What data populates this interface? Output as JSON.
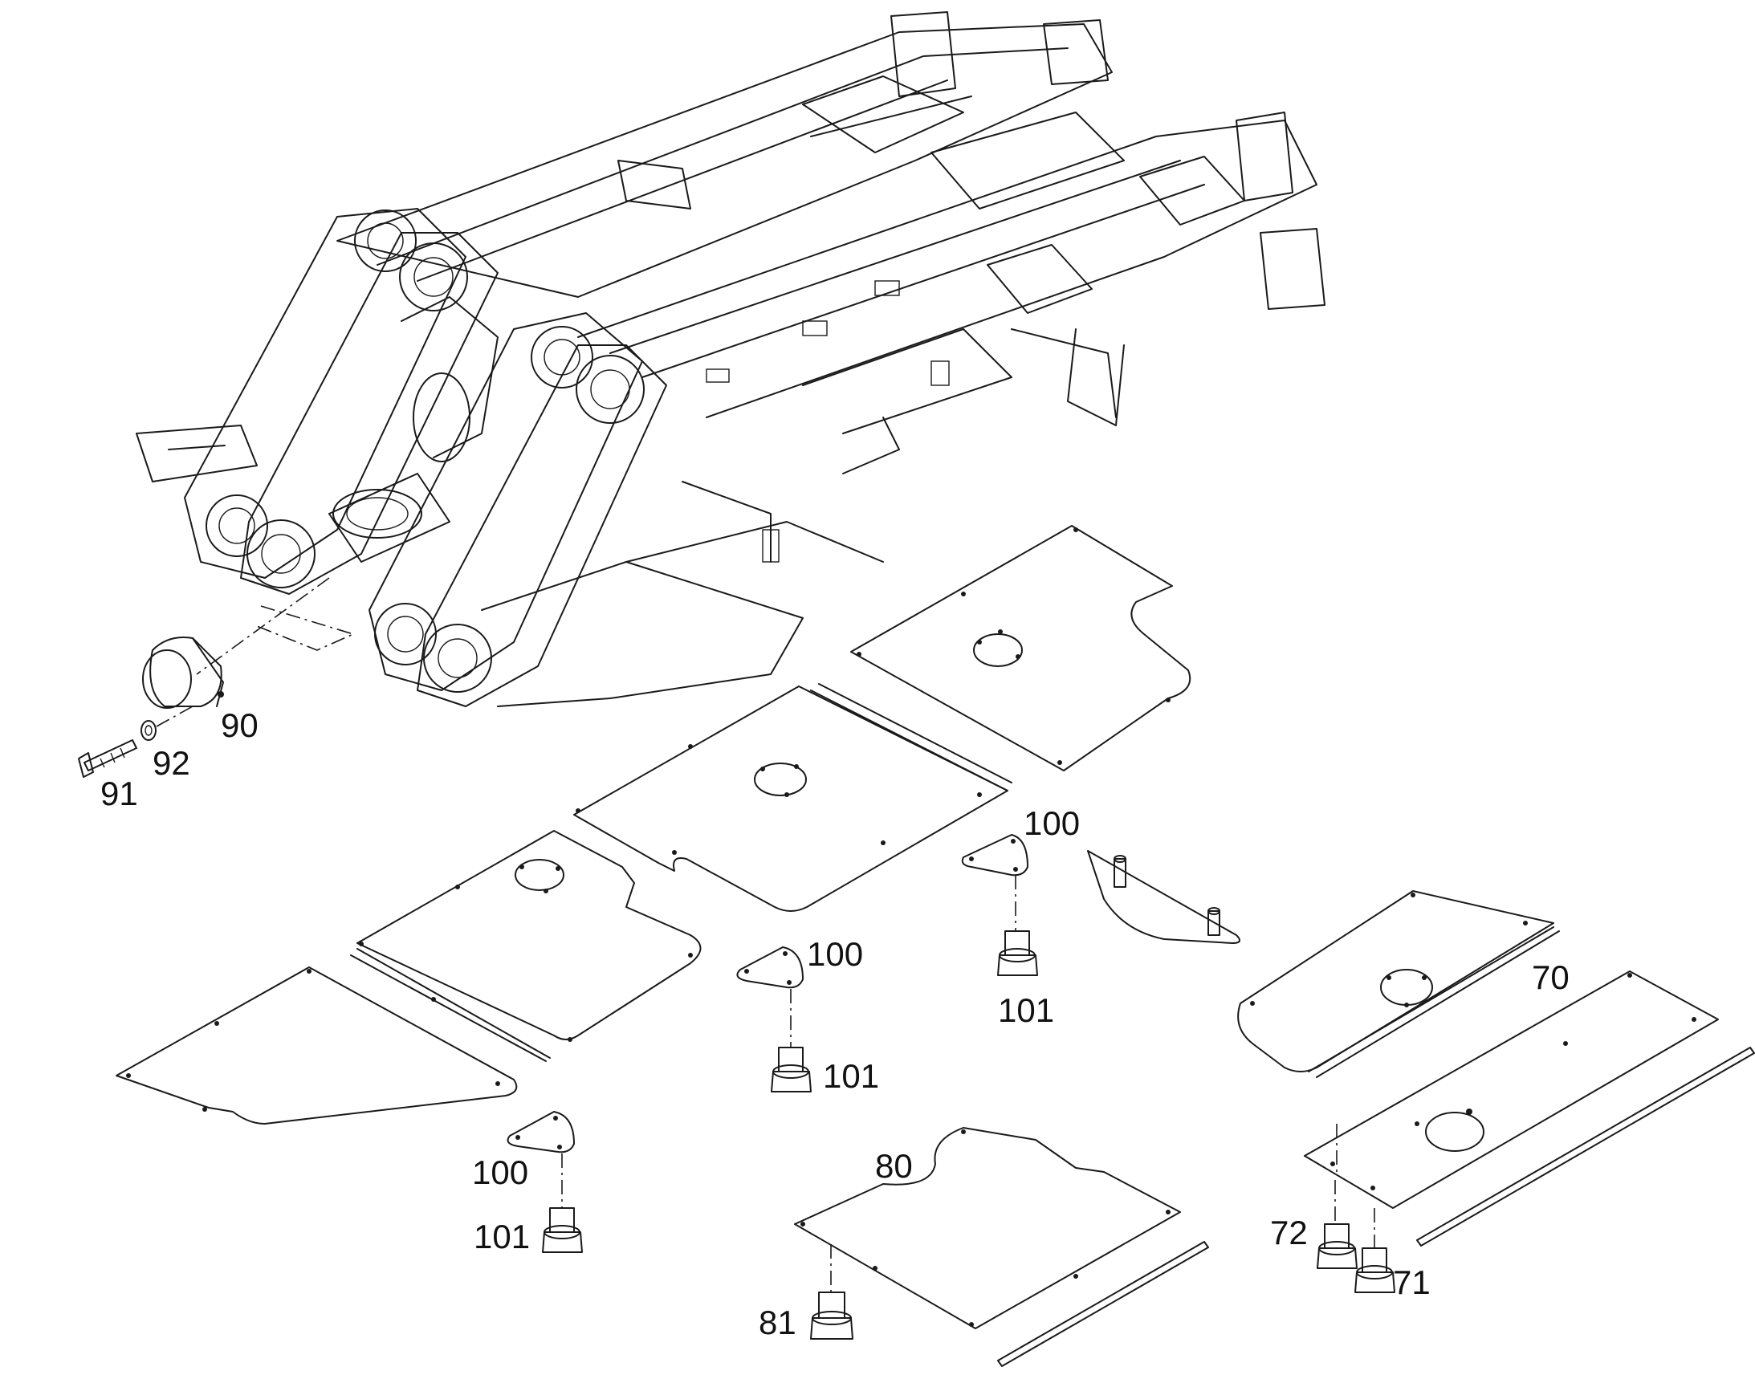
{
  "callouts": {
    "c90": "90",
    "c91": "91",
    "c92": "92",
    "c100a": "100",
    "c101a": "101",
    "c100b": "100",
    "c101b": "101",
    "c100c": "100",
    "c101c": "101",
    "c70": "70",
    "c71": "71",
    "c72": "72",
    "c80": "80",
    "c81": "81"
  }
}
